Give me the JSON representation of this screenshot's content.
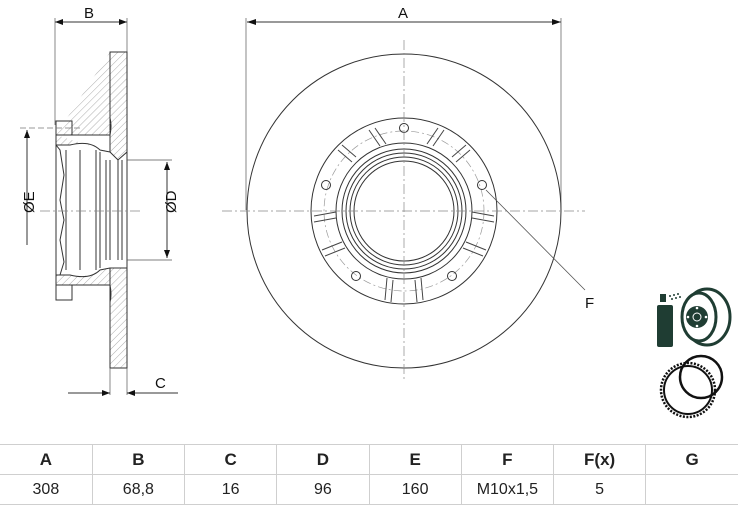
{
  "drawing": {
    "labels": {
      "A": "A",
      "B": "B",
      "C": "C",
      "D": "ØD",
      "E": "ØE",
      "F": "F"
    },
    "icons": [
      "spray-cleaner-disc-icon",
      "abs-ring-icon"
    ]
  },
  "spec_table": {
    "headers": [
      "A",
      "B",
      "C",
      "D",
      "E",
      "F",
      "F(x)",
      "G"
    ],
    "values": [
      "308",
      "68,8",
      "16",
      "96",
      "160",
      "M10x1,5",
      "5",
      ""
    ]
  }
}
